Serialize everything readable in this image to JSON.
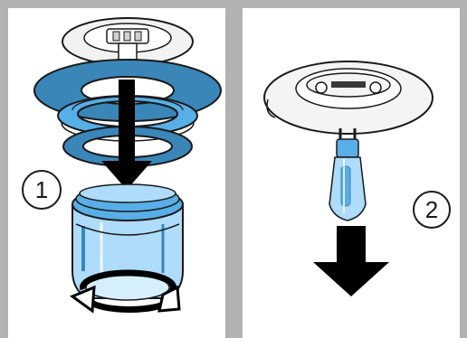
{
  "panels": [
    {
      "step_label": "1",
      "arrow_direction": "down",
      "rotation": "counter-clockwise-unscrew"
    },
    {
      "step_label": "2",
      "arrow_direction": "down"
    }
  ],
  "colors": {
    "frame": "#9e9e9e",
    "blue_dark": "#3a86b8",
    "blue_mid": "#58aee6",
    "blue_light": "#aedcfa",
    "blue_pale": "#d6effc",
    "outline": "#1a1a1a",
    "fixture_white": "#f4f4f4",
    "arrow": "#000000"
  }
}
